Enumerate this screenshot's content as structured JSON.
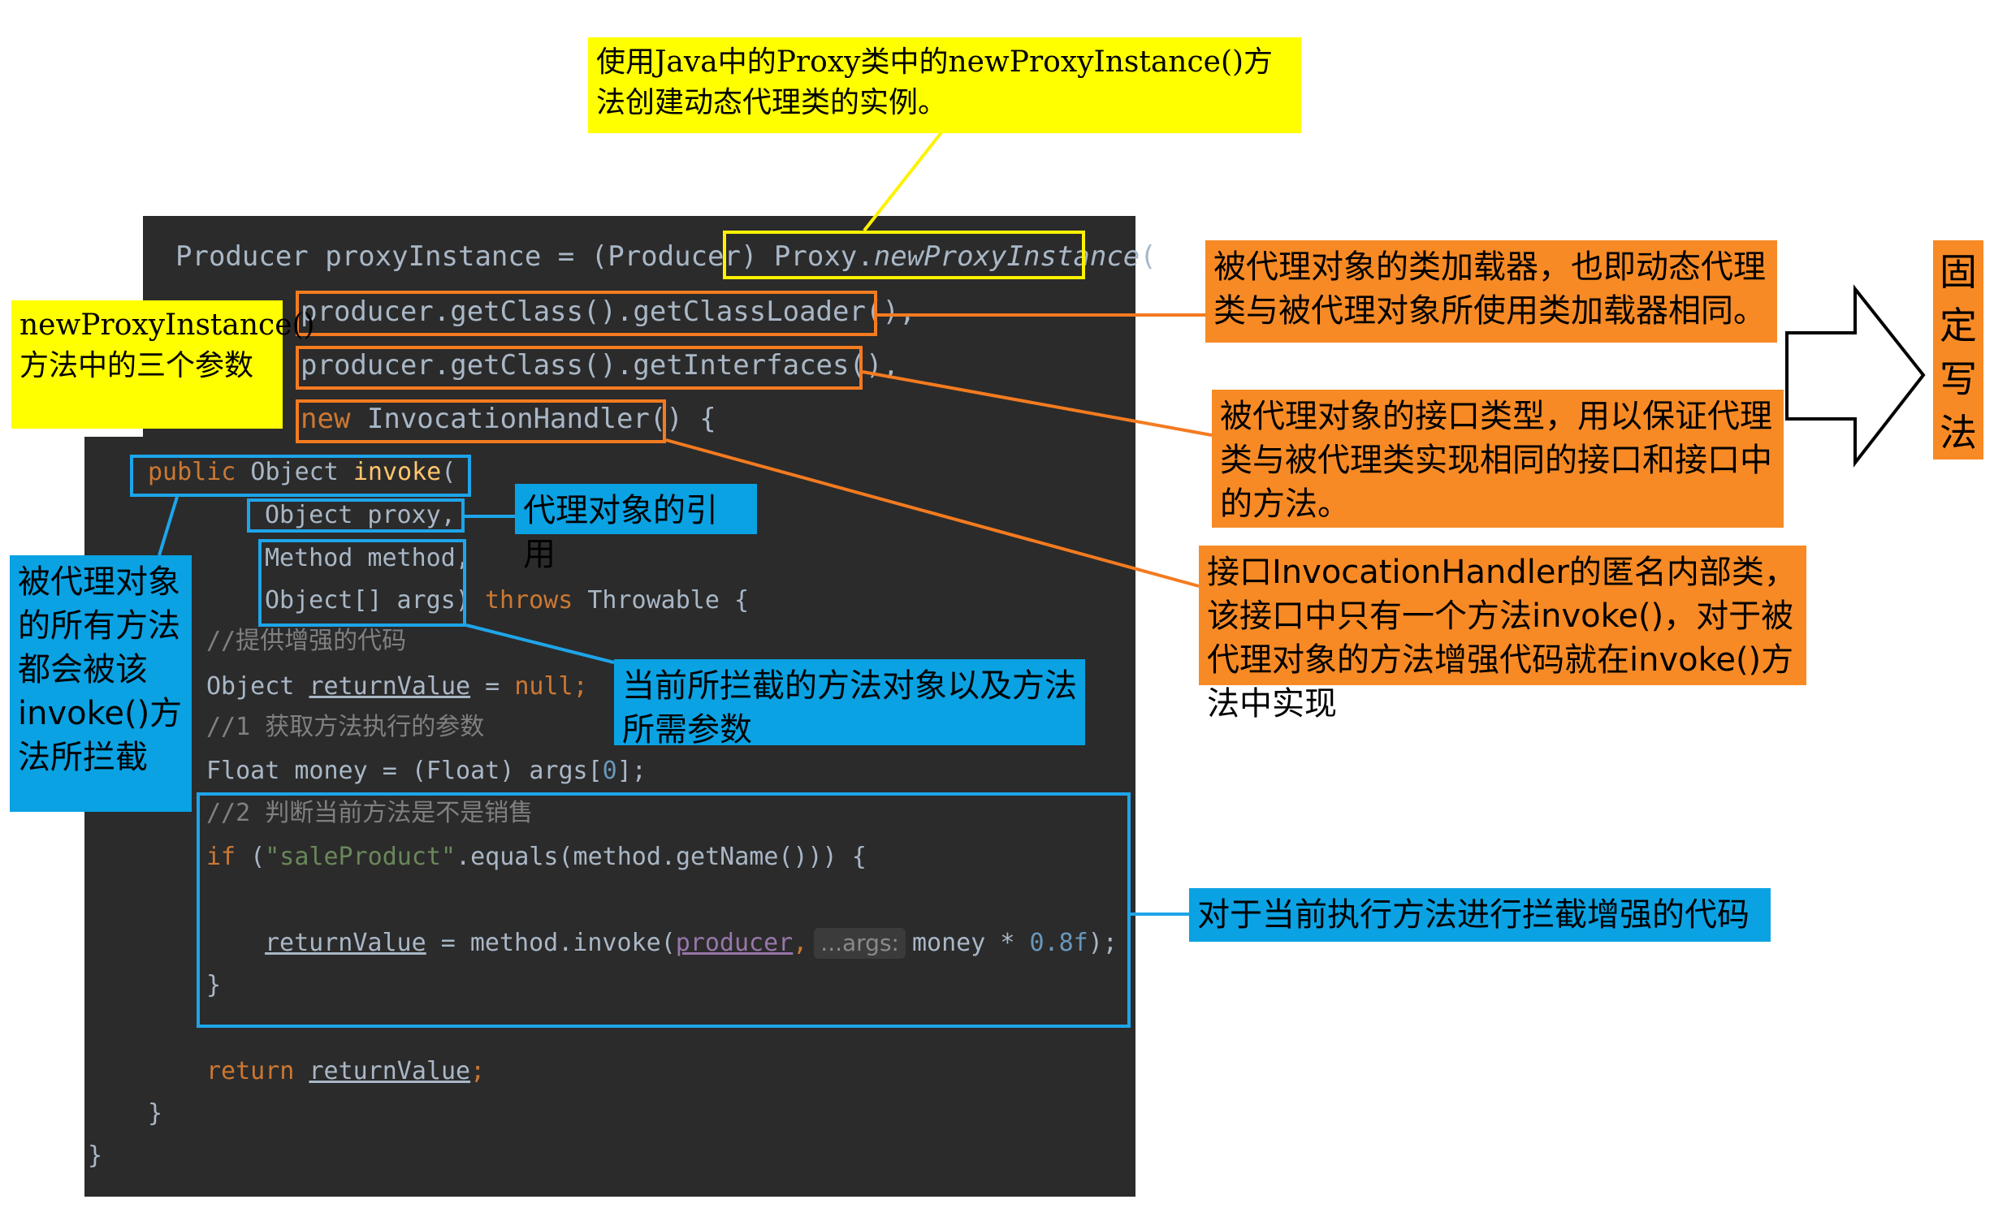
{
  "notes": {
    "top_yellow": "使用Java中的Proxy类中的newProxyInstance()方法创建动态代理类的实例。",
    "left_yellow": "newProxyInstance()方法中的三个参数",
    "orange_classloader": "被代理对象的类加载器，也即动态代理类与被代理对象所使用类加载器相同。",
    "orange_interfaces": "被代理对象的接口类型，用以保证代理类与被代理类实现相同的接口和接口中的方法。",
    "orange_handler": "接口InvocationHandler的匿名内部类，该接口中只有一个方法invoke()，对于被代理对象的方法增强代码就在invoke()方法中实现",
    "blue_proxy_ref": "代理对象的引用",
    "blue_left_methods": "被代理对象的所有方法都会被该invoke()方法所拦截",
    "blue_method_args": "当前所拦截的方法对象以及方法所需参数",
    "blue_enhance": "对于当前执行方法进行拦截增强的代码",
    "fixed_pattern": "固定写法"
  },
  "code": {
    "line1_a": "Producer proxyInstance = (Producer) ",
    "line1_proxy": "Proxy.",
    "line1_method": "newProxyInstance",
    "line1_paren": "(",
    "line2": "producer.getClass().getClassLoader(),",
    "line3": "producer.getClass().getInterfaces(),",
    "line4_new": "new",
    "line4_rest": " InvocationHandler() {",
    "line5_pub": "public",
    "line5_obj": " Object ",
    "line5_fn": "invoke",
    "line5_paren": "(",
    "line6": "Object proxy,",
    "line7": "Method method,",
    "line8_args": "Object[] args)",
    "line8_throws": " throws",
    "line8_rest": " Throwable {",
    "line9": "//提供增强的代码",
    "line10_obj": "Object ",
    "line10_var": "returnValue",
    "line10_eq": " = ",
    "line10_null": "null",
    "line10_semi": ";",
    "line11": "//1 获取方法执行的参数",
    "line12_a": "Float money = (Float) args[",
    "line12_num": "0",
    "line12_b": "];",
    "line13": "//2 判断当前方法是不是销售",
    "line14_if": "if",
    "line14_a": " (",
    "line14_str": "\"saleProduct\"",
    "line14_b": ".equals(method.getName())) {",
    "line15_var": "returnValue",
    "line15_a": " = method.invoke(",
    "line15_field": "producer",
    "line15_comma": ",",
    "line15_hint": "...args:",
    "line15_b": "money * ",
    "line15_num": "0.8f",
    "line15_c": ");",
    "line16": "}",
    "line17_ret": "return",
    "line17_var": "returnValue",
    "line17_semi": ";",
    "line18": "}",
    "line19": "}"
  },
  "colors": {
    "yellow": "#ffff00",
    "orange": "#f78a25",
    "blue": "#0aa2e3",
    "code_bg": "#2b2b2b"
  }
}
